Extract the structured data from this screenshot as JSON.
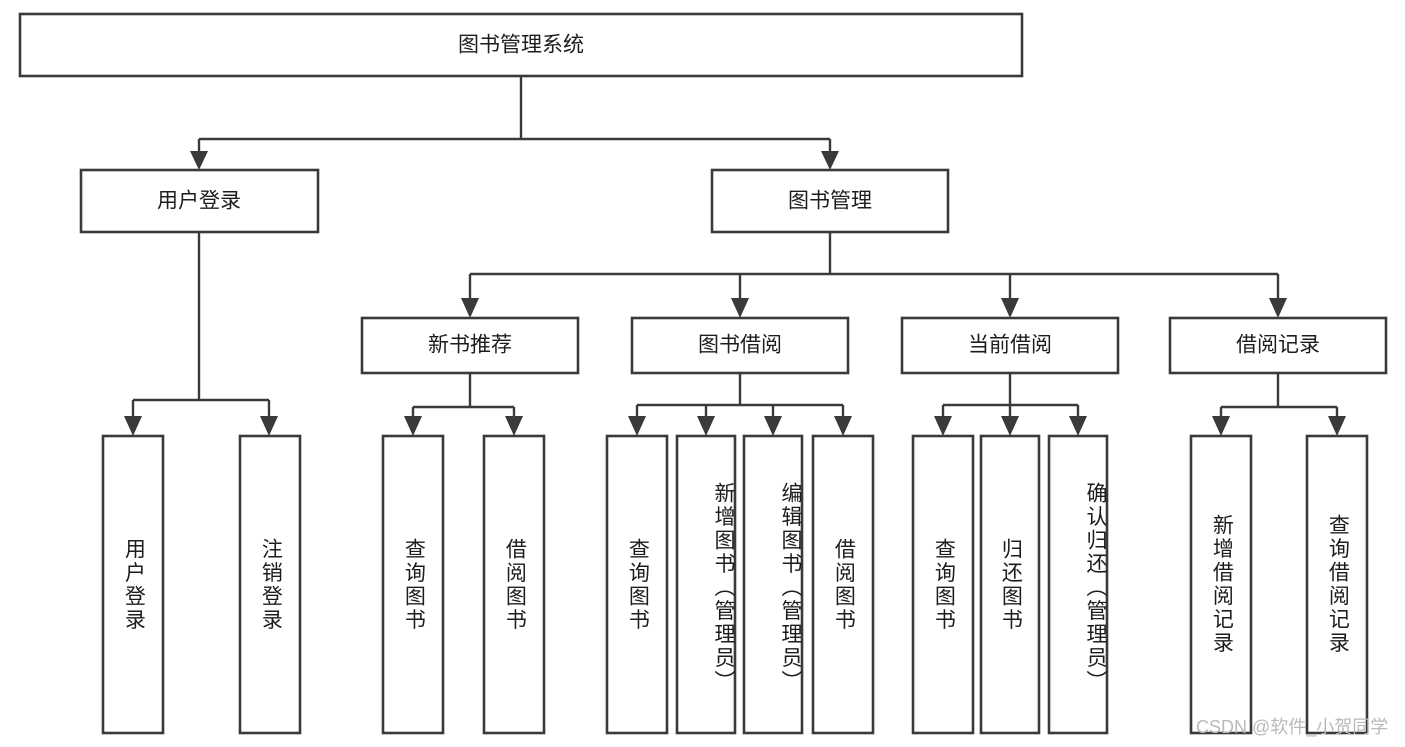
{
  "diagram": {
    "title": "图书管理系统",
    "orientation": "top-down",
    "levels": 4,
    "nodes": {
      "root": {
        "label": "图书管理系统",
        "level": 1,
        "text_direction": "horizontal"
      },
      "user_login": {
        "label": "用户登录",
        "level": 2,
        "text_direction": "horizontal"
      },
      "book_manage": {
        "label": "图书管理",
        "level": 2,
        "text_direction": "horizontal"
      },
      "new_book_rec": {
        "label": "新书推荐",
        "level": 3,
        "text_direction": "horizontal"
      },
      "book_borrow": {
        "label": "图书借阅",
        "level": 3,
        "text_direction": "horizontal"
      },
      "current_borrow": {
        "label": "当前借阅",
        "level": 3,
        "text_direction": "horizontal"
      },
      "borrow_record": {
        "label": "借阅记录",
        "level": 3,
        "text_direction": "horizontal"
      },
      "leaf_user_login": {
        "label": "用户登录",
        "level": 4,
        "text_direction": "vertical"
      },
      "leaf_logout": {
        "label": "注销登录",
        "level": 4,
        "text_direction": "vertical"
      },
      "leaf_query_book_1": {
        "label": "查询图书",
        "level": 4,
        "text_direction": "vertical"
      },
      "leaf_borrow_book_1": {
        "label": "借阅图书",
        "level": 4,
        "text_direction": "vertical"
      },
      "leaf_query_book_2": {
        "label": "查询图书",
        "level": 4,
        "text_direction": "vertical"
      },
      "leaf_add_book": {
        "label": "新增图书（管理员）",
        "level": 4,
        "text_direction": "vertical"
      },
      "leaf_edit_book": {
        "label": "编辑图书（管理员）",
        "level": 4,
        "text_direction": "vertical"
      },
      "leaf_borrow_book_2": {
        "label": "借阅图书",
        "level": 4,
        "text_direction": "vertical"
      },
      "leaf_query_book_3": {
        "label": "查询图书",
        "level": 4,
        "text_direction": "vertical"
      },
      "leaf_return_book": {
        "label": "归还图书",
        "level": 4,
        "text_direction": "vertical"
      },
      "leaf_confirm_return": {
        "label": "确认归还（管理员）",
        "level": 4,
        "text_direction": "vertical"
      },
      "leaf_add_record": {
        "label": "新增借阅记录",
        "level": 4,
        "text_direction": "vertical"
      },
      "leaf_query_record": {
        "label": "查询借阅记录",
        "level": 4,
        "text_direction": "vertical"
      }
    },
    "edges": [
      {
        "from": "root",
        "to": "user_login"
      },
      {
        "from": "root",
        "to": "book_manage"
      },
      {
        "from": "user_login",
        "to": "leaf_user_login"
      },
      {
        "from": "user_login",
        "to": "leaf_logout"
      },
      {
        "from": "book_manage",
        "to": "new_book_rec"
      },
      {
        "from": "book_manage",
        "to": "book_borrow"
      },
      {
        "from": "book_manage",
        "to": "current_borrow"
      },
      {
        "from": "book_manage",
        "to": "borrow_record"
      },
      {
        "from": "new_book_rec",
        "to": "leaf_query_book_1"
      },
      {
        "from": "new_book_rec",
        "to": "leaf_borrow_book_1"
      },
      {
        "from": "book_borrow",
        "to": "leaf_query_book_2"
      },
      {
        "from": "book_borrow",
        "to": "leaf_add_book"
      },
      {
        "from": "book_borrow",
        "to": "leaf_edit_book"
      },
      {
        "from": "book_borrow",
        "to": "leaf_borrow_book_2"
      },
      {
        "from": "current_borrow",
        "to": "leaf_query_book_3"
      },
      {
        "from": "current_borrow",
        "to": "leaf_return_book"
      },
      {
        "from": "current_borrow",
        "to": "leaf_confirm_return"
      },
      {
        "from": "borrow_record",
        "to": "leaf_add_record"
      },
      {
        "from": "borrow_record",
        "to": "leaf_query_record"
      }
    ],
    "colors": {
      "background": "#ffffff",
      "box_fill": "#ffffff",
      "box_stroke": "#3a3a3a",
      "connector": "#3a3a3a",
      "text": "#1d1d1d",
      "watermark": "#b9b9b9"
    }
  },
  "watermark": {
    "text": "CSDN @软件_小贺同学"
  }
}
